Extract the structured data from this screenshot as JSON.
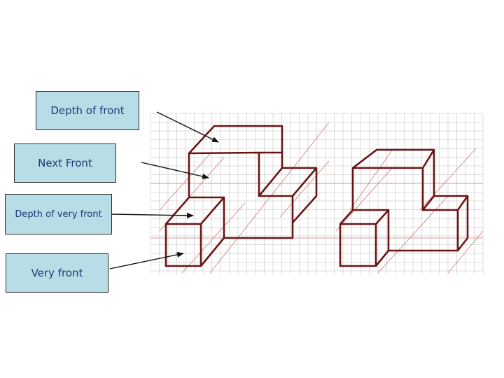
{
  "labels": {
    "depth_of_front": "Depth of front",
    "next_front": "Next Front",
    "depth_of_very_front": "Depth of very front",
    "very_front": "Very front"
  },
  "colors": {
    "label_fill": "#b7dde6",
    "label_text": "#1f3b73",
    "sketch_line": "#6b1414",
    "grid_line": "#d2d2d2",
    "construction_line": "#d07a7a",
    "arrow": "#111111"
  }
}
